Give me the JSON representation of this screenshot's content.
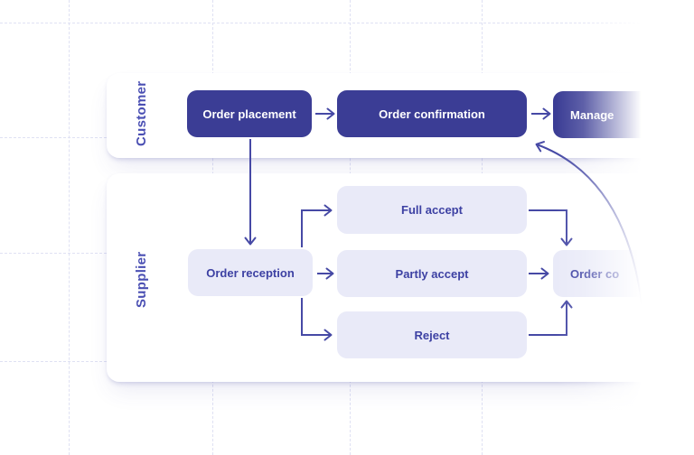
{
  "colors": {
    "page-bg": "#ffffff",
    "grid-line": "#dfe1f3",
    "card-bg": "#ffffff",
    "node-dark": "#3b3d95",
    "node-dark-text": "#ffffff",
    "node-light": "#e9eaf8",
    "node-light-text": "#3d41a3",
    "arrow": "#4649a5",
    "lane-label": "#4a4fb3"
  },
  "diagram": {
    "customer_lane": {
      "label": "Customer",
      "nodes": {
        "order_placement": "Order placement",
        "order_confirmation": "Order confirmation",
        "manage": "Manage"
      }
    },
    "supplier_lane": {
      "label": "Supplier",
      "nodes": {
        "order_reception": "Order reception",
        "full_accept": "Full accept",
        "partly_accept": "Partly accept",
        "reject": "Reject",
        "order_co": "Order co"
      }
    }
  }
}
